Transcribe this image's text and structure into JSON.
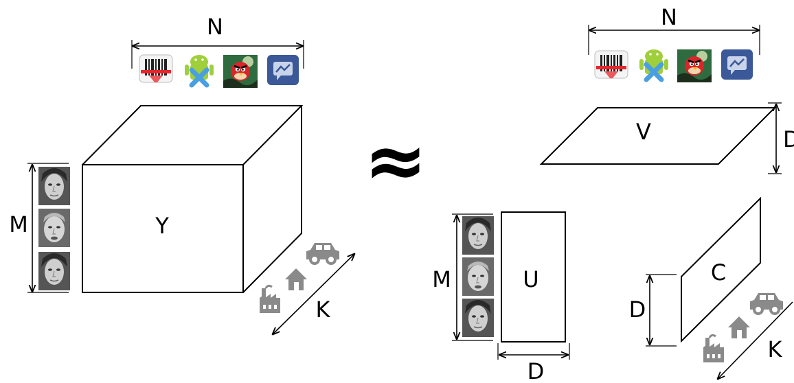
{
  "equation": {
    "approx_symbol": "≈"
  },
  "tensor_side": {
    "cube_label": "Y",
    "dim_n_label": "N",
    "dim_m_label": "M",
    "dim_k_label": "K",
    "app_icons": [
      "barcode-scanner-icon",
      "android-app-icon",
      "angry-birds-icon",
      "messenger-icon"
    ],
    "user_faces": [
      "face-woman-icon",
      "face-man-icon",
      "face-girl-icon"
    ],
    "context_icons": [
      "factory-icon",
      "house-icon",
      "car-icon"
    ]
  },
  "factor_v": {
    "label": "V",
    "dim_n_label": "N",
    "dim_d_label": "D"
  },
  "factor_u": {
    "label": "U",
    "dim_m_label": "M",
    "dim_d_label": "D"
  },
  "factor_c": {
    "label": "C",
    "dim_d_label": "D",
    "dim_k_label": "K"
  },
  "colors": {
    "line": "#000000",
    "icon_gray": "#8a8a8a",
    "barcode_red": "#e8252b",
    "android_green": "#9fcf3a",
    "android_x": "#4a9fe0",
    "bird_red": "#d8262a",
    "bird_bg": "#2e6b3e",
    "messenger_blue": "#3b5998"
  }
}
